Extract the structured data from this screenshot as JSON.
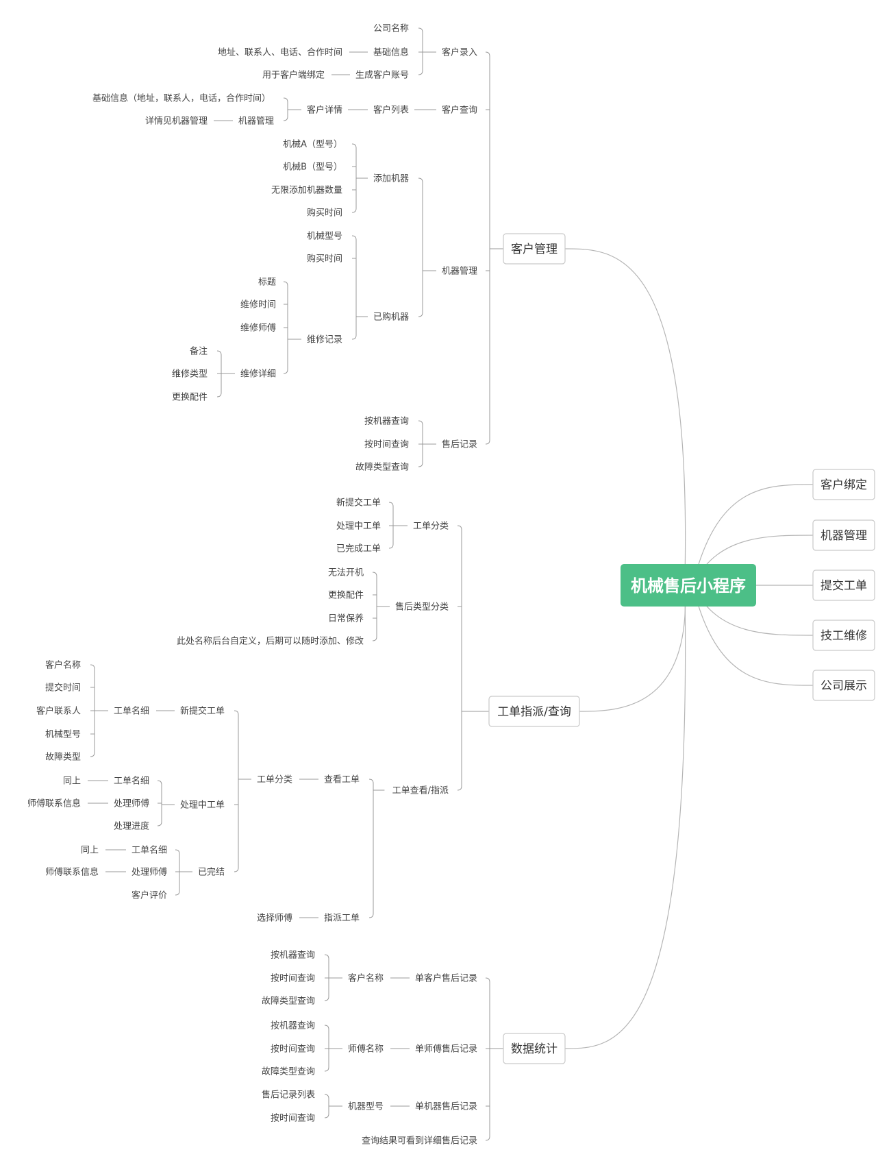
{
  "root": {
    "label": "机械售后小程序",
    "color": "#4cbf87"
  },
  "right_branches": [
    "客户绑定",
    "机器管理",
    "提交工单",
    "技工维修",
    "公司展示"
  ],
  "left_branches": [
    "客户管理",
    "工单指派/查询",
    "数据统计"
  ],
  "customer_mgmt": {
    "entry": {
      "label": "客户录入",
      "company": "公司名称",
      "basic": "基础信息",
      "basic_detail": "地址、联系人、电话、合作时间",
      "account": "生成客户账号",
      "account_detail": "用于客户端绑定"
    },
    "query": {
      "label": "客户查询",
      "list": "客户列表",
      "detail": "客户详情",
      "detail_basic": "基础信息（地址，联系人，电话，合作时间）",
      "detail_machine": "机器管理",
      "detail_machine_note": "详情见机器管理"
    },
    "machine": {
      "label": "机器管理",
      "add": {
        "label": "添加机器",
        "items": [
          "机械A（型号）",
          "机械B（型号）",
          "无限添加机器数量",
          "购买时间"
        ]
      },
      "bought": {
        "label": "已购机器",
        "model": "机械型号",
        "time": "购买时间",
        "repair": {
          "label": "维修记录",
          "items": [
            "标题",
            "维修时间",
            "维修师傅"
          ],
          "detail": {
            "label": "维修详细",
            "items": [
              "备注",
              "维修类型",
              "更换配件"
            ]
          }
        }
      }
    },
    "after_sale": {
      "label": "售后记录",
      "items": [
        "按机器查询",
        "按时间查询",
        "故障类型查询"
      ]
    }
  },
  "ticket": {
    "category": {
      "label": "工单分类",
      "items": [
        "新提交工单",
        "处理中工单",
        "已完成工单"
      ]
    },
    "type_category": {
      "label": "售后类型分类",
      "items": [
        "无法开机",
        "更换配件",
        "日常保养",
        "此处名称后台自定义，后期可以随时添加、修改"
      ]
    },
    "view": {
      "label": "工单查看/指派",
      "look": {
        "label": "查看工单",
        "cat": "工单分类",
        "new": {
          "label": "新提交工单",
          "detail": "工单名细",
          "items": [
            "客户名称",
            "提交时间",
            "客户联系人",
            "机械型号",
            "故障类型"
          ]
        },
        "processing": {
          "label": "处理中工单",
          "detail": "工单名细",
          "detail_note": "同上",
          "master": "处理师傅",
          "master_note": "师傅联系信息",
          "progress": "处理进度"
        },
        "done": {
          "label": "已完结",
          "detail": "工单名细",
          "detail_note": "同上",
          "master": "处理师傅",
          "master_note": "师傅联系信息",
          "review": "客户评价"
        }
      },
      "assign": {
        "label": "指派工单",
        "choose": "选择师傅"
      }
    }
  },
  "stats": {
    "single_customer": {
      "label": "单客户售后记录",
      "by": "客户名称",
      "items": [
        "按机器查询",
        "按时间查询",
        "故障类型查询"
      ]
    },
    "single_master": {
      "label": "单师傅售后记录",
      "by": "师傅名称",
      "items": [
        "按机器查询",
        "按时间查询",
        "故障类型查询"
      ]
    },
    "single_machine": {
      "label": "单机器售后记录",
      "by": "机器型号",
      "items": [
        "售后记录列表",
        "按时间查询"
      ]
    },
    "note": "查询结果可看到详细售后记录"
  }
}
